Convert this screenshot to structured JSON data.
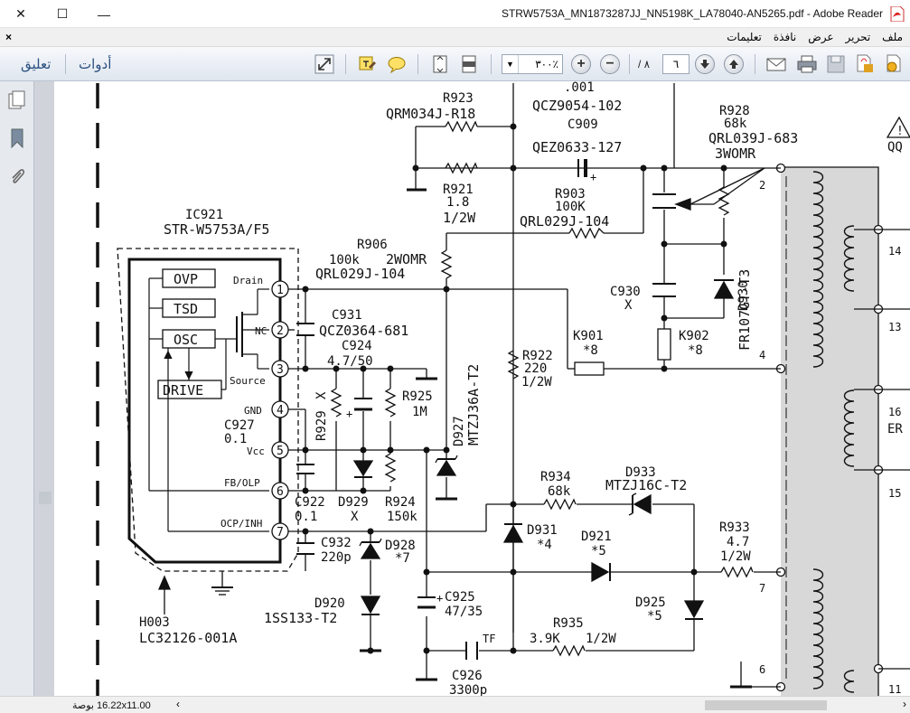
{
  "window": {
    "title": "STRW5753A_MN1873287JJ_NN5198K_LA78040-AN5265.pdf - Adobe Reader",
    "close_glyph": "✕",
    "maximize_glyph": "☐",
    "minimize_glyph": "—"
  },
  "menubar": {
    "close_glyph": "×",
    "items": [
      "ملف",
      "تحرير",
      "عرض",
      "نافذة",
      "تعليمات"
    ]
  },
  "toolbar": {
    "comment_label": "تعليق",
    "tools_label": "أدوات",
    "zoom_value": "۳۰۰٪",
    "page_current": "٦",
    "page_total": "/ ٨"
  },
  "status": {
    "page_size": "16.22x11.00 بوصة"
  },
  "schematic": {
    "r923": {
      "ref": "R923",
      "part": "QRM034J-R18"
    },
    "c909": {
      "ref": "C909",
      "val": ".001",
      "part": "QCZ9054-102",
      "part2": "QEZ0633-127"
    },
    "r928": {
      "ref": "R928",
      "val": "68k",
      "part": "QRL039J-683",
      "rating": "3WOMR"
    },
    "r921": {
      "ref": "R921",
      "val": "1.8",
      "rating": "1/2W"
    },
    "r903": {
      "ref": "R903",
      "val": "100K",
      "part": "QRL029J-104"
    },
    "ic921": {
      "ref": "IC921",
      "part": "STR-W5753A/F5"
    },
    "r906": {
      "ref": "R906",
      "val": "100k",
      "rating": "2WOMR",
      "part": "QRL029J-104"
    },
    "ic_blocks": [
      "OVP",
      "TSD",
      "OSC",
      "DRIVE"
    ],
    "pins": [
      {
        "num": "1",
        "name": "Drain"
      },
      {
        "num": "2",
        "name": "NC"
      },
      {
        "num": "3",
        "name": "Source"
      },
      {
        "num": "4",
        "name": "GND"
      },
      {
        "num": "5",
        "name": "Vcc"
      },
      {
        "num": "6",
        "name": "FB/OLP"
      },
      {
        "num": "7",
        "name": "OCP/INH"
      }
    ],
    "c931": {
      "ref": "C931",
      "part": "QCZ0364-681"
    },
    "c924": {
      "ref": "C924",
      "val": "4.7/50"
    },
    "c930": {
      "ref": "C930",
      "val": "X"
    },
    "d930": {
      "ref": "D930",
      "part": "FR107GT-T3"
    },
    "k901": {
      "ref": "K901",
      "val": "*8"
    },
    "k902": {
      "ref": "K902",
      "val": "*8"
    },
    "r922": {
      "ref": "R922",
      "val": "220",
      "rating": "1/2W"
    },
    "r929": {
      "ref": "R929",
      "val": "X"
    },
    "r925": {
      "ref": "R925",
      "val": "1M"
    },
    "d927": {
      "ref": "D927",
      "part": "MTZJ36A-T2"
    },
    "c927": {
      "ref": "C927",
      "val": "0.1"
    },
    "c922": {
      "ref": "C922",
      "val": "0.1"
    },
    "d929": {
      "ref": "D929",
      "val": "X"
    },
    "r924": {
      "ref": "R924",
      "val": "150k"
    },
    "r934": {
      "ref": "R934",
      "val": "68k"
    },
    "d933": {
      "ref": "D933",
      "part": "MTZJ16C-T2"
    },
    "d931": {
      "ref": "D931",
      "val": "*4"
    },
    "d921": {
      "ref": "D921",
      "val": "*5"
    },
    "r933": {
      "ref": "R933",
      "val": "4.7",
      "rating": "1/2W"
    },
    "c932": {
      "ref": "C932",
      "val": "220p"
    },
    "d928": {
      "ref": "D928",
      "val": "*7"
    },
    "c925": {
      "ref": "C925",
      "val": "47/35"
    },
    "d925": {
      "ref": "D925",
      "val": "*5"
    },
    "d920": {
      "ref": "D920",
      "part": "1SS133-T2"
    },
    "h003": {
      "ref": "H003",
      "part": "LC32126-001A"
    },
    "r935": {
      "ref": "R935",
      "val": "3.9K",
      "rating": "1/2W"
    },
    "c926": {
      "ref": "C926",
      "val": "3300p",
      "tag": "TF"
    },
    "transformer": {
      "pins": [
        "2",
        "14",
        "13",
        "4",
        "16",
        "15",
        "7",
        "6",
        "11"
      ],
      "partial_label": "QQ",
      "partial_label2": "ER"
    }
  },
  "colors": {
    "toolbar_link": "#2a4f80",
    "doc_bg": "#ffffff",
    "transformer_fill": "#d8d8d8"
  }
}
